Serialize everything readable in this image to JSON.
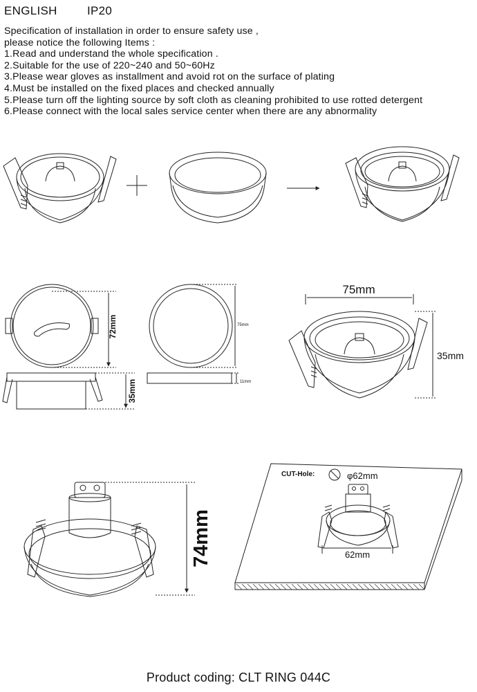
{
  "header": {
    "language": "ENGLISH",
    "rating": "IP20"
  },
  "spec": {
    "intro1": "Specification of installation in order to ensure safety use ,",
    "intro2": "please notice the following Items :",
    "items": [
      "1.Read and understand the whole specification .",
      "2.Suitable for the use of 220~240 and 50~60Hz",
      "3.Please wear gloves as installment and avoid rot on the surface of plating",
      "4.Must be installed on the fixed places and checked annually",
      "5.Please turn off the lighting source by soft cloth as cleaning prohibited to use rotted detergent",
      "6.Please connect with the local sales service center when there are any abnormality"
    ]
  },
  "dims": {
    "top_view_height": "72mm",
    "side_view_height": "35mm",
    "ring_diameter": "75mm",
    "ring_thickness": "11mm",
    "perspective_diameter": "75mm",
    "perspective_height": "35mm",
    "total_height": "74mm",
    "cut_hole_label": "CUT-Hole:",
    "cut_hole_diameter": "φ62mm",
    "cut_width": "62mm"
  },
  "footer": {
    "product_coding": "Product coding: CLT RING 044C"
  }
}
